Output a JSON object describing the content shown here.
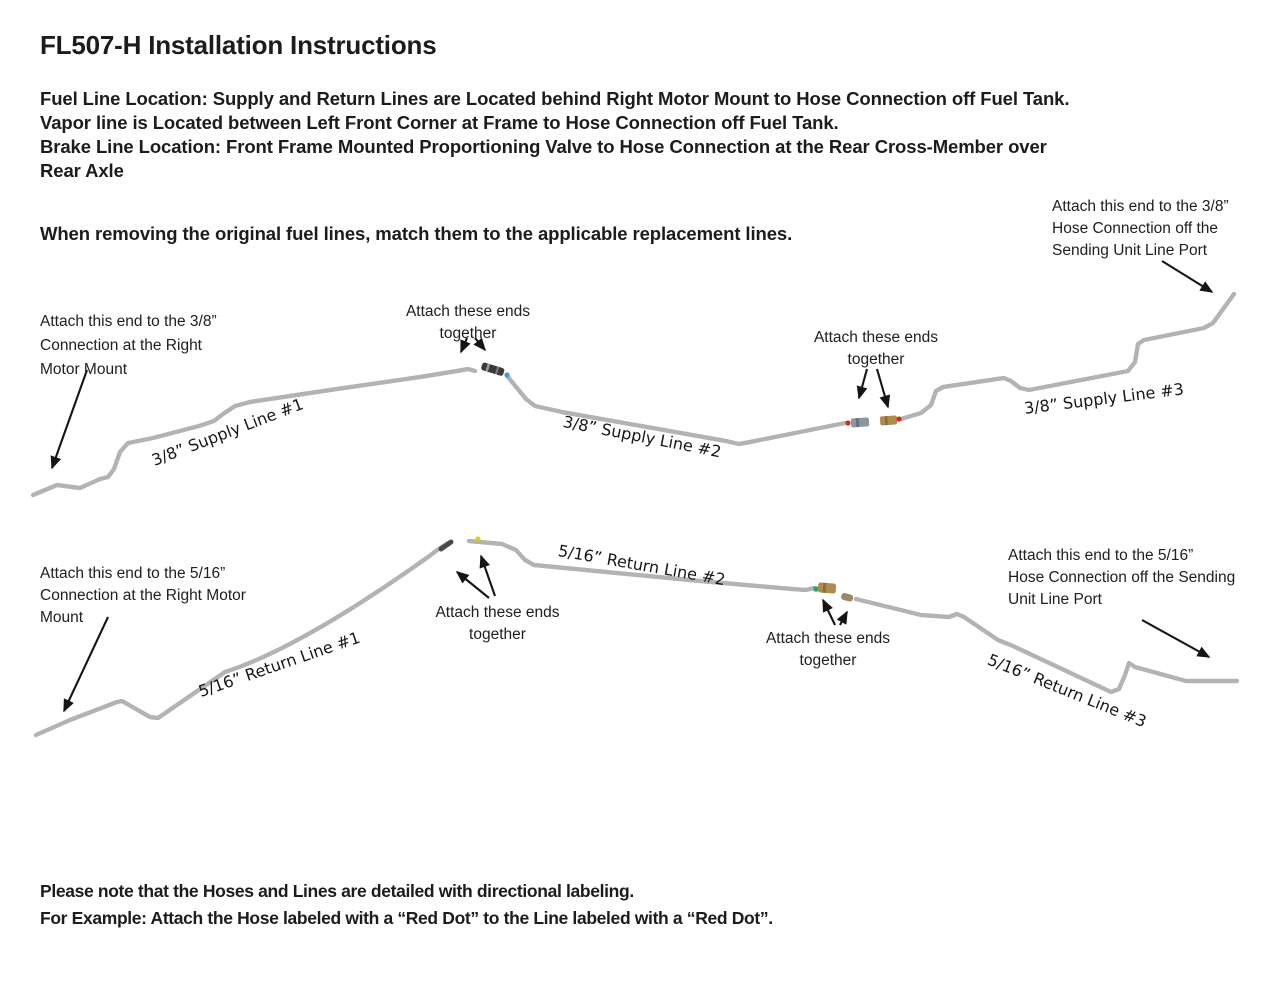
{
  "page": {
    "title": "FL507-H Installation Instructions",
    "intro": "Fuel Line Location:  Supply and Return Lines are Located behind Right Motor Mount to Hose Connection off Fuel Tank.\nVapor line is Located between Left Front Corner at Frame to Hose Connection off Fuel Tank.\nBrake Line Location: Front Frame Mounted Proportioning Valve to Hose Connection at the Rear Cross-Member over\nRear Axle",
    "match_note": "When removing the original fuel lines, match them to the applicable replacement lines.",
    "footer_note_1": "Please note that the Hoses and Lines are detailed with directional labeling.",
    "footer_note_2": "For Example: Attach the Hose labeled with a “Red Dot” to the Line labeled with a “Red Dot”."
  },
  "supply": {
    "left_label": "Attach this end to the 3/8”\nConnection at the Right\nMotor Mount",
    "join12_label": "Attach these ends\ntogether",
    "join23_label": "Attach these ends\ntogether",
    "right_label": "Attach this end to the 3/8”\nHose Connection off the\nSending Unit Line Port",
    "line1_label": "3/8” Supply Line #1",
    "line2_label": "3/8” Supply Line #2",
    "line3_label": "3/8” Supply Line #3"
  },
  "ret": {
    "left_label": "Attach this end to the 5/16”\nConnection at the Right Motor\nMount",
    "join12_label": "Attach these ends\ntogether",
    "join23_label": "Attach these ends\ntogether",
    "right_label": "Attach this end to the 5/16”\nHose Connection off the Sending\nUnit Line Port",
    "line1_label": "5/16” Return Line #1",
    "line2_label": "5/16” Return Line #2",
    "line3_label": "5/16” Return Line #3"
  },
  "colors": {
    "line_gray": "#b3b3af",
    "fitting_dark": "#3a3a3a",
    "brass": "#ad8c4d",
    "dot_red": "#cf2b20",
    "dot_blue": "#3e9ed6",
    "dot_yellow": "#e9c81f",
    "dot_green": "#13ae7c",
    "arrow_black": "#151515"
  }
}
